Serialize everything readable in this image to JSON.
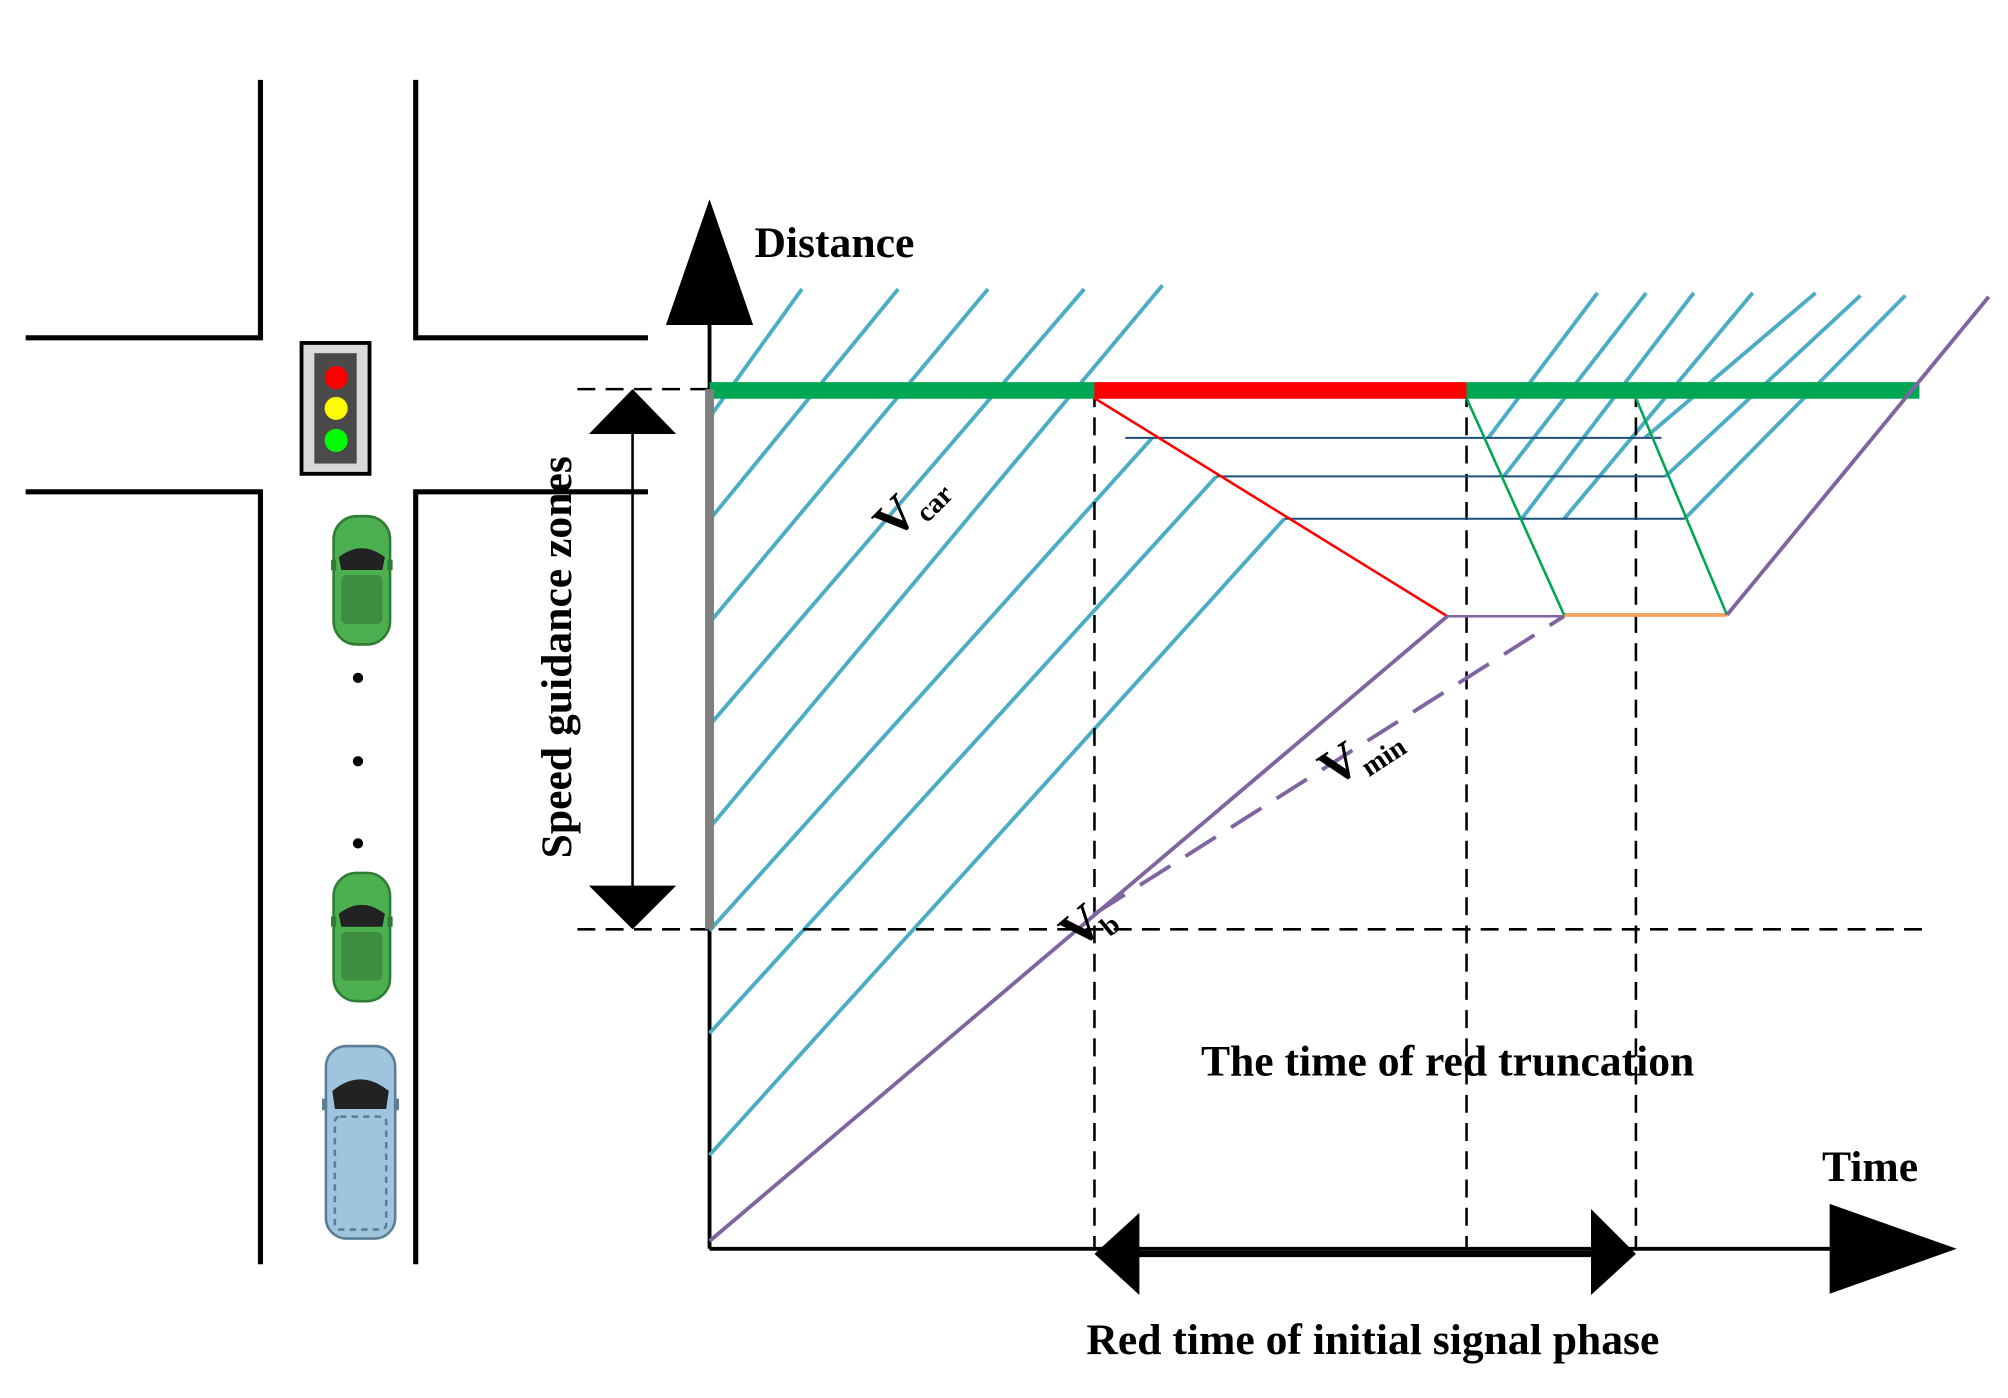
{
  "labels": {
    "y_axis": "Distance",
    "x_axis": "Time",
    "zone": "Speed guidance zones",
    "v_car": "V",
    "v_car_sub": "car",
    "v_min": "V",
    "v_min_sub": "min",
    "v_b": "V",
    "v_b_sub": "b",
    "red_truncation": "The  time of red truncation",
    "initial_red": "Red time of initial signal phase"
  },
  "colors": {
    "green_phase": "#00a651",
    "red_phase": "#ff0000",
    "trajectory": "#4bacc6",
    "boundary": "#8064a2",
    "deceleration": "#ff0000",
    "queue_release": "#00a651",
    "queue": "#1f4e79",
    "queue_tail": "#f4a460",
    "zone_bar": "#808080",
    "traffic_light_red": "#ff0000",
    "traffic_light_yellow": "#ffff00",
    "traffic_light_green": "#00ff00",
    "car_green": "#4caf50",
    "car_blue": "#9ec5dd"
  },
  "icons": {
    "traffic_light": "traffic-light-icon",
    "car": "car-icon",
    "van": "van-icon"
  }
}
